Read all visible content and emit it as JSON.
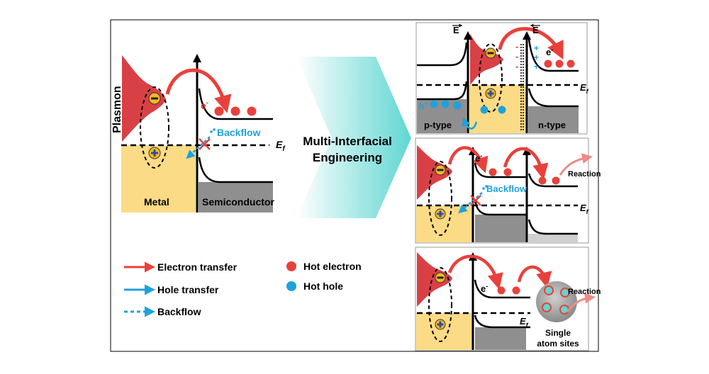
{
  "left_panel": {
    "axis_label": "Plasmon",
    "electron_label": "e",
    "electron_sup": "-",
    "backflow_label": "Backflow",
    "fermi_label": "E",
    "fermi_sub": "f",
    "metal_label": "Metal",
    "semiconductor_label": "Semiconductor"
  },
  "center": {
    "line1": "Multi-Interfacial",
    "line2": "Engineering"
  },
  "panel_a": {
    "field_left": "E",
    "field_right": "E",
    "electron_label": "e",
    "electron_sup": "-",
    "hole_label": "h",
    "hole_sup": "+",
    "fermi_label": "E",
    "fermi_sub": "f",
    "p_type": "p-type",
    "n_type": "n-type",
    "minus": "-",
    "plus": "+"
  },
  "panel_b": {
    "electron_label": "e",
    "electron_sup": "-",
    "backflow_label": "Backflow",
    "reaction_label": "Reaction",
    "fermi_label": "E",
    "fermi_sub": "f"
  },
  "panel_c": {
    "electron_label": "e",
    "electron_sup": "-",
    "reaction_label": "Reaction",
    "fermi_label": "E",
    "fermi_sub": "f",
    "sites_line1": "Single",
    "sites_line2": "atom sites"
  },
  "legend": {
    "electron_transfer": "Electron transfer",
    "hole_transfer": "Hole transfer",
    "backflow": "Backflow",
    "hot_electron": "Hot electron",
    "hot_hole": "Hot hole"
  },
  "colors": {
    "electron_red": "#e8413c",
    "hole_blue": "#1fa2dc",
    "metal_gold": "#fbdb85",
    "semiconductor_gray": "#8f8f8f",
    "plasmon_red": "#d94045",
    "teal": "#5fd6d2"
  }
}
